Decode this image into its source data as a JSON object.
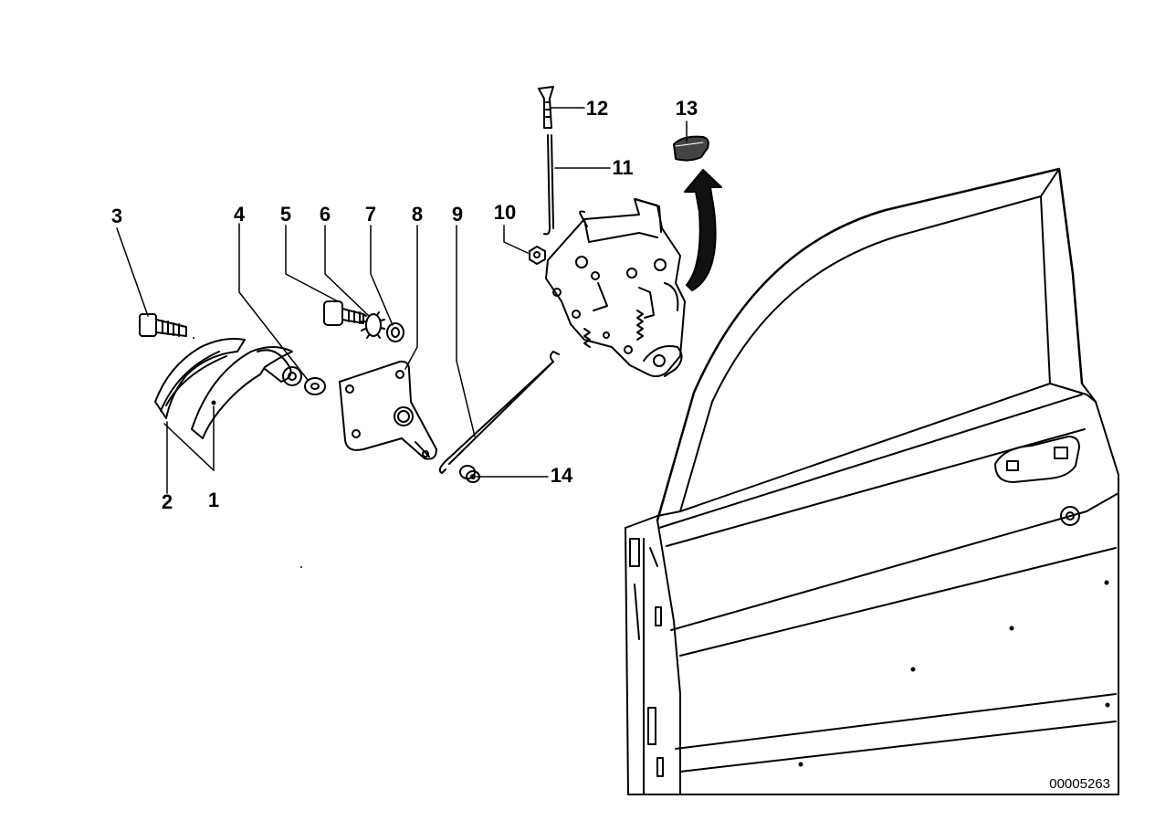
{
  "diagram": {
    "drawing_number": "00005263",
    "callouts": [
      {
        "id": "c1",
        "label": "1"
      },
      {
        "id": "c2",
        "label": "2"
      },
      {
        "id": "c3",
        "label": "3"
      },
      {
        "id": "c4",
        "label": "4"
      },
      {
        "id": "c5",
        "label": "5"
      },
      {
        "id": "c6",
        "label": "6"
      },
      {
        "id": "c7",
        "label": "7"
      },
      {
        "id": "c8",
        "label": "8"
      },
      {
        "id": "c9",
        "label": "9"
      },
      {
        "id": "c10",
        "label": "10"
      },
      {
        "id": "c11",
        "label": "11"
      },
      {
        "id": "c12",
        "label": "12"
      },
      {
        "id": "c13",
        "label": "13"
      },
      {
        "id": "c14",
        "label": "14"
      }
    ]
  },
  "colors": {
    "line": "#000000",
    "background": "#ffffff"
  }
}
